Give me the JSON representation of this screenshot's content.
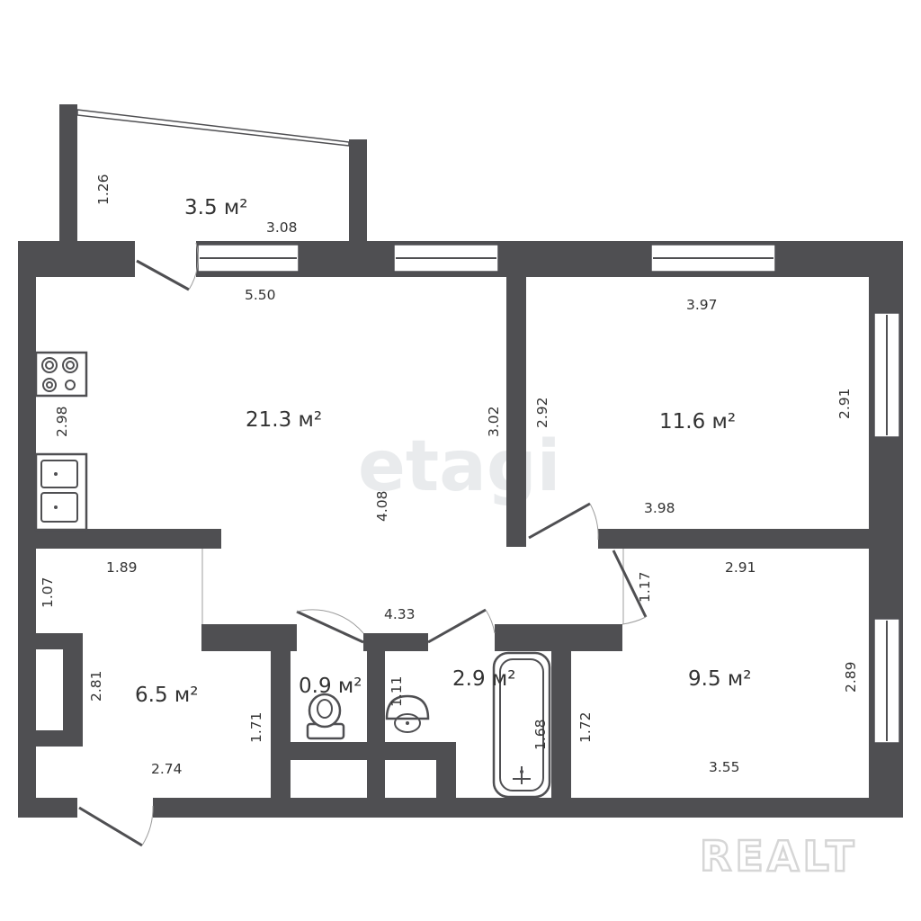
{
  "watermarks": {
    "etagi": "etagi",
    "realt": "REALT"
  },
  "rooms": [
    {
      "id": "balcony",
      "area": "3.5 м²"
    },
    {
      "id": "kitchen-living",
      "area": "21.3 м²"
    },
    {
      "id": "bedroom-1",
      "area": "11.6 м²"
    },
    {
      "id": "bedroom-2",
      "area": "9.5 м²"
    },
    {
      "id": "hall",
      "area": "6.5 м²"
    },
    {
      "id": "toilet",
      "area": "0.9 м²"
    },
    {
      "id": "bathroom",
      "area": "2.9 м²"
    }
  ],
  "dimensions": {
    "balcony_h": "1.26",
    "balcony_w": "3.08",
    "kitchen_top": "5.50",
    "kitchen_left": "2.98",
    "kitchen_right": "3.02",
    "kitchen_mid": "4.08",
    "corridor_w": "4.33",
    "bed1_top": "3.97",
    "bed1_left": "2.92",
    "bed1_right": "2.91",
    "bed1_bottom": "3.98",
    "bed2_top": "2.91",
    "bed2_right": "2.89",
    "bed2_bottom": "3.55",
    "bed2_left": "1.72",
    "door_gap": "1.17",
    "hall_top": "1.89",
    "hall_left": "1.07",
    "hall_mid": "2.81",
    "hall_right": "1.71",
    "hall_bottom": "2.74",
    "toilet_h": "1.11",
    "bath_h": "1.68"
  }
}
